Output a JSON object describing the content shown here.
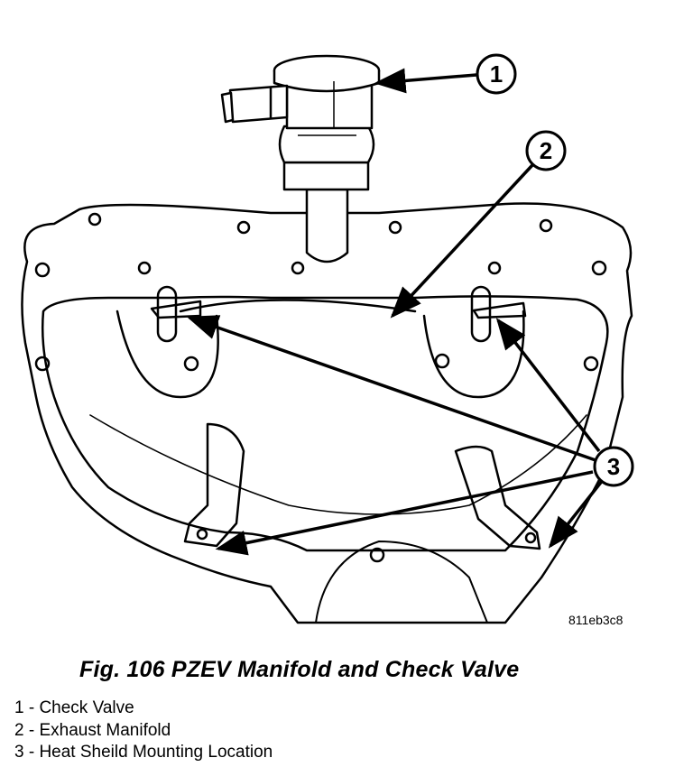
{
  "figure": {
    "image_code": "811eb3c8",
    "caption": "Fig. 106 PZEV Manifold and Check Valve"
  },
  "callouts": [
    {
      "label": "1"
    },
    {
      "label": "2"
    },
    {
      "label": "3"
    }
  ],
  "legend": [
    {
      "text": "1 - Check Valve"
    },
    {
      "text": "2 - Exhaust Manifold"
    },
    {
      "text": "3 - Heat Sheild Mounting Location"
    }
  ]
}
